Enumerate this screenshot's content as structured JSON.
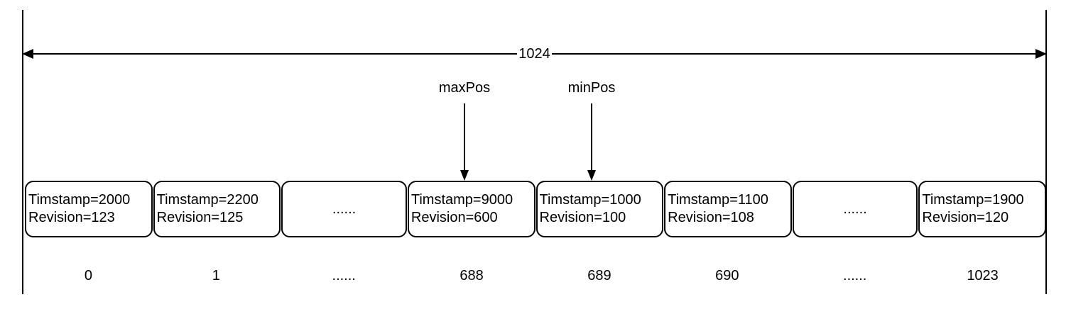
{
  "diagram": {
    "capacity_label": "1024",
    "pointers": {
      "max": {
        "label": "maxPos"
      },
      "min": {
        "label": "minPos"
      }
    },
    "cells": [
      {
        "type": "entry",
        "timestamp_line": "Timstamp=2000",
        "revision_line": "Revision=123",
        "index_label": "0"
      },
      {
        "type": "entry",
        "timestamp_line": "Timstamp=2200",
        "revision_line": "Revision=125",
        "index_label": "1"
      },
      {
        "type": "ellipsis",
        "ellipsis_label": "......",
        "index_label": "......"
      },
      {
        "type": "entry",
        "timestamp_line": "Timstamp=9000",
        "revision_line": "Revision=600",
        "index_label": "688"
      },
      {
        "type": "entry",
        "timestamp_line": "Timstamp=1000",
        "revision_line": "Revision=100",
        "index_label": "689"
      },
      {
        "type": "entry",
        "timestamp_line": "Timstamp=1100",
        "revision_line": "Revision=108",
        "index_label": "690"
      },
      {
        "type": "ellipsis",
        "ellipsis_label": "......",
        "index_label": "......"
      },
      {
        "type": "entry",
        "timestamp_line": "Timstamp=1900",
        "revision_line": "Revision=120",
        "index_label": "1023"
      }
    ]
  }
}
